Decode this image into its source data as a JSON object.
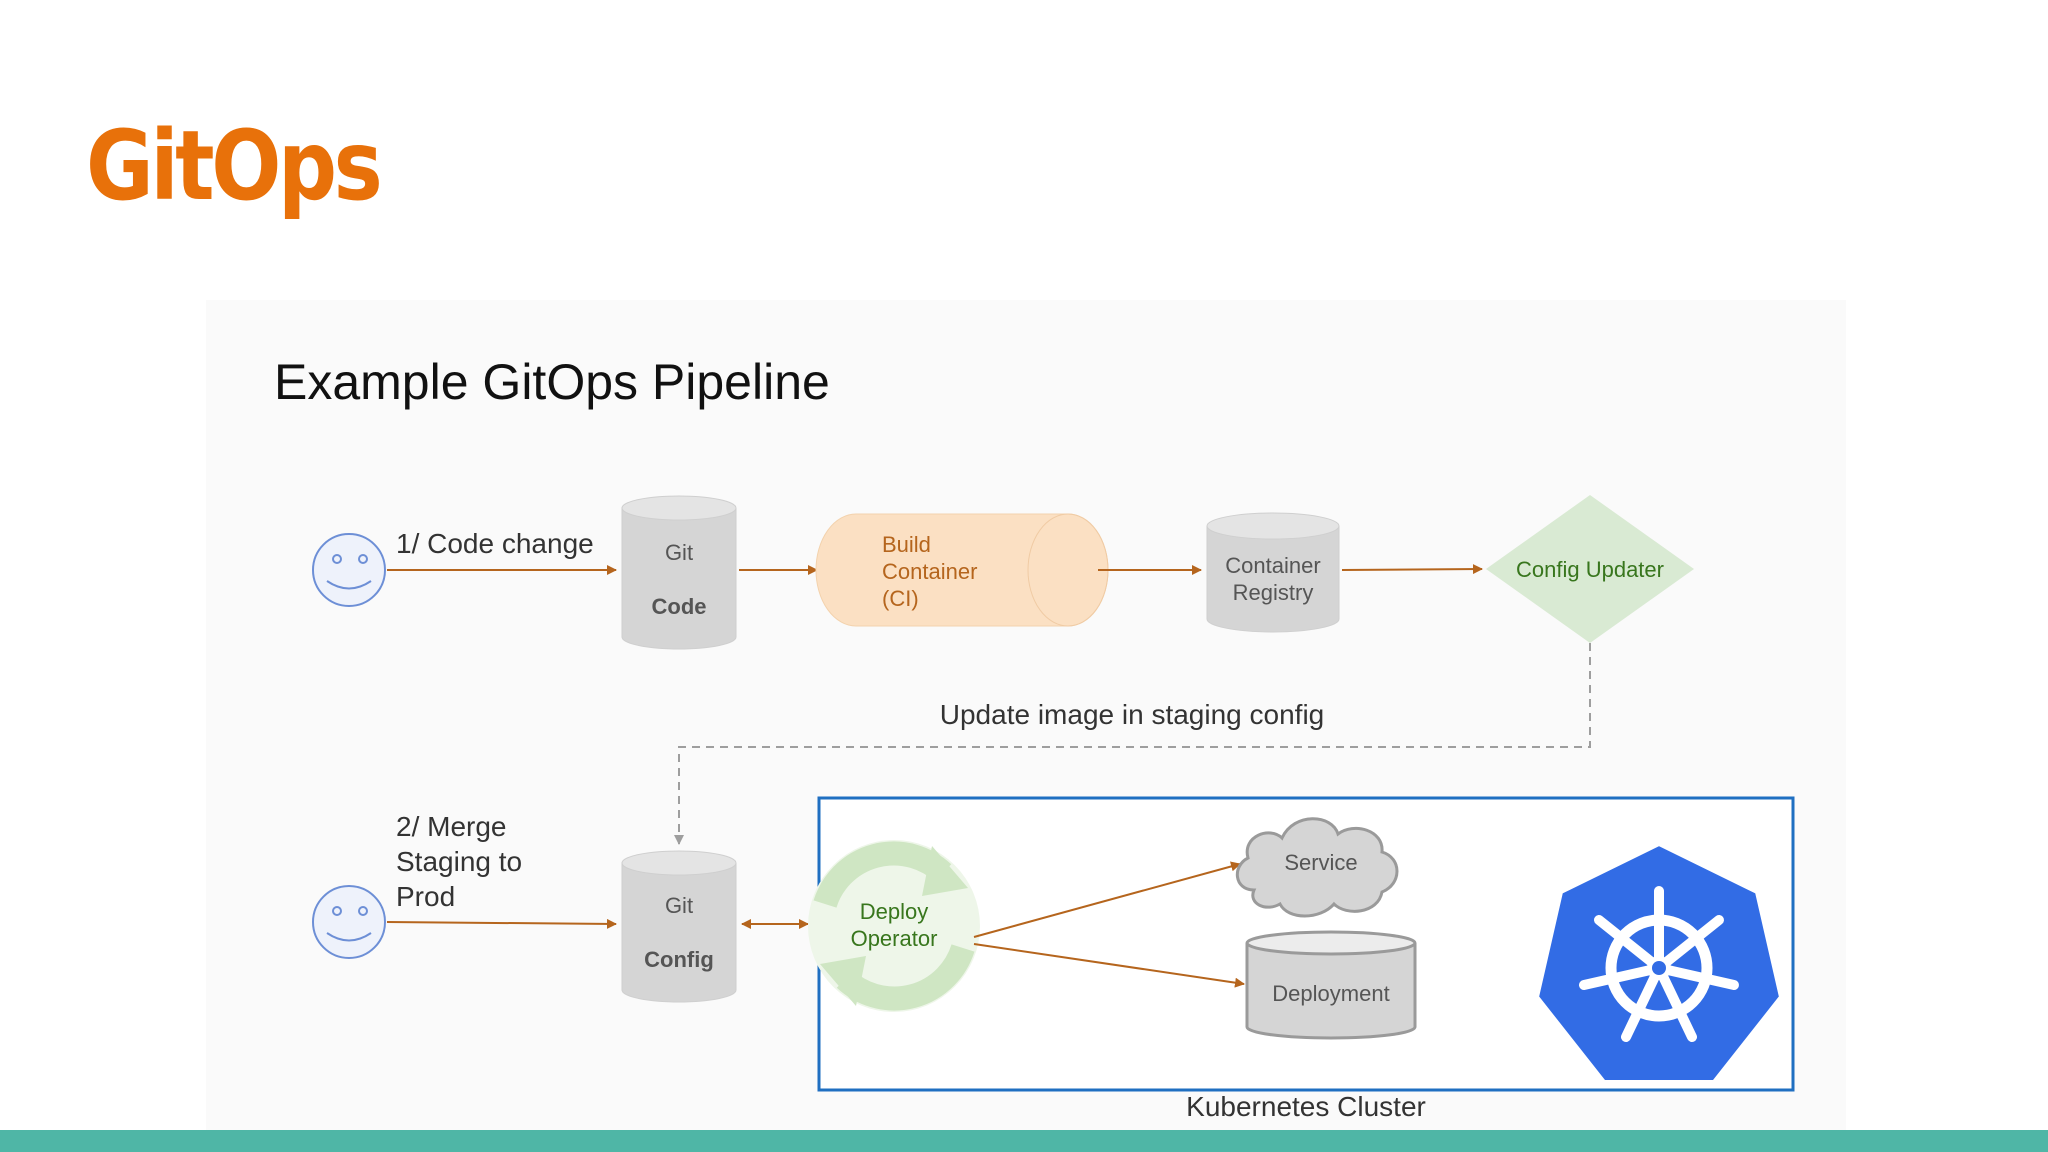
{
  "slide": {
    "title": "GitOps",
    "accent_color": "#e8710a",
    "footer_bar_color": "#4fb6a6"
  },
  "diagram": {
    "heading": "Example GitOps Pipeline",
    "steps": {
      "code_change": "1/ Code change",
      "merge_line1": "2/ Merge",
      "merge_line2": "Staging to",
      "merge_line3": "Prod"
    },
    "nodes": {
      "git_code_top": "Git",
      "git_code_bottom": "Code",
      "build_line1": "Build",
      "build_line2": "Container",
      "build_line3": "(CI)",
      "registry_line1": "Container",
      "registry_line2": "Registry",
      "config_updater": "Config Updater",
      "git_config_top": "Git",
      "git_config_bottom": "Config",
      "deploy_line1": "Deploy",
      "deploy_line2": "Operator",
      "service": "Service",
      "deployment": "Deployment"
    },
    "edge_labels": {
      "update_image": "Update image in staging config"
    },
    "cluster_label": "Kubernetes Cluster",
    "colors": {
      "arrow": "#b5651d",
      "cylinder_fill": "#d5d5d5",
      "ci_fill": "#fbe0c3",
      "ci_text": "#b5651d",
      "updater_fill": "#d9ead3",
      "updater_text": "#38761d",
      "cluster_border": "#1f6fc1",
      "kubernetes_blue": "#326ce5",
      "operator_green": "#8fc27a",
      "face_stroke": "#6d8fd6"
    },
    "icons": [
      "smiley-face-icon",
      "sync-arrows-icon",
      "cloud-icon",
      "kubernetes-helm-logo-icon"
    ]
  }
}
